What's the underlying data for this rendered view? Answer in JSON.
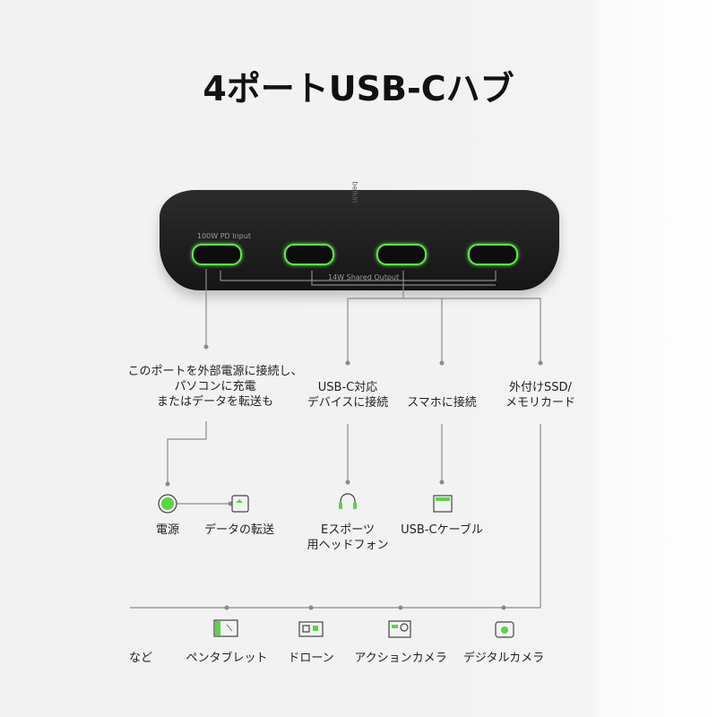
{
  "title": "4ポートUSB-Cハブ",
  "hub": {
    "input_label": "100W PD Input",
    "output_label": "14W Shared Output",
    "brand": "belkin"
  },
  "callouts": {
    "input": [
      "このポートを外部電源に接続し、",
      "パソコンに充電",
      "またはデータを転送も"
    ],
    "usbc_device": [
      "USB-C対応",
      "デバイスに接続"
    ],
    "phone": "スマホに接続",
    "ssd": [
      "外付けSSD/",
      "メモリカード"
    ]
  },
  "uses": {
    "power": "電源",
    "data": "データの転送",
    "headphone": [
      "Eスポーツ",
      "用ヘッドフォン"
    ],
    "cable": "USB-Cケーブル"
  },
  "devices": {
    "etc": "など",
    "tablet": "ペンタブレット",
    "drone": "ドローン",
    "action_cam": "アクションカメラ",
    "digital_cam": "デジタルカメラ"
  },
  "colors": {
    "accent": "#5fd14a",
    "line": "#8a8a8a"
  }
}
